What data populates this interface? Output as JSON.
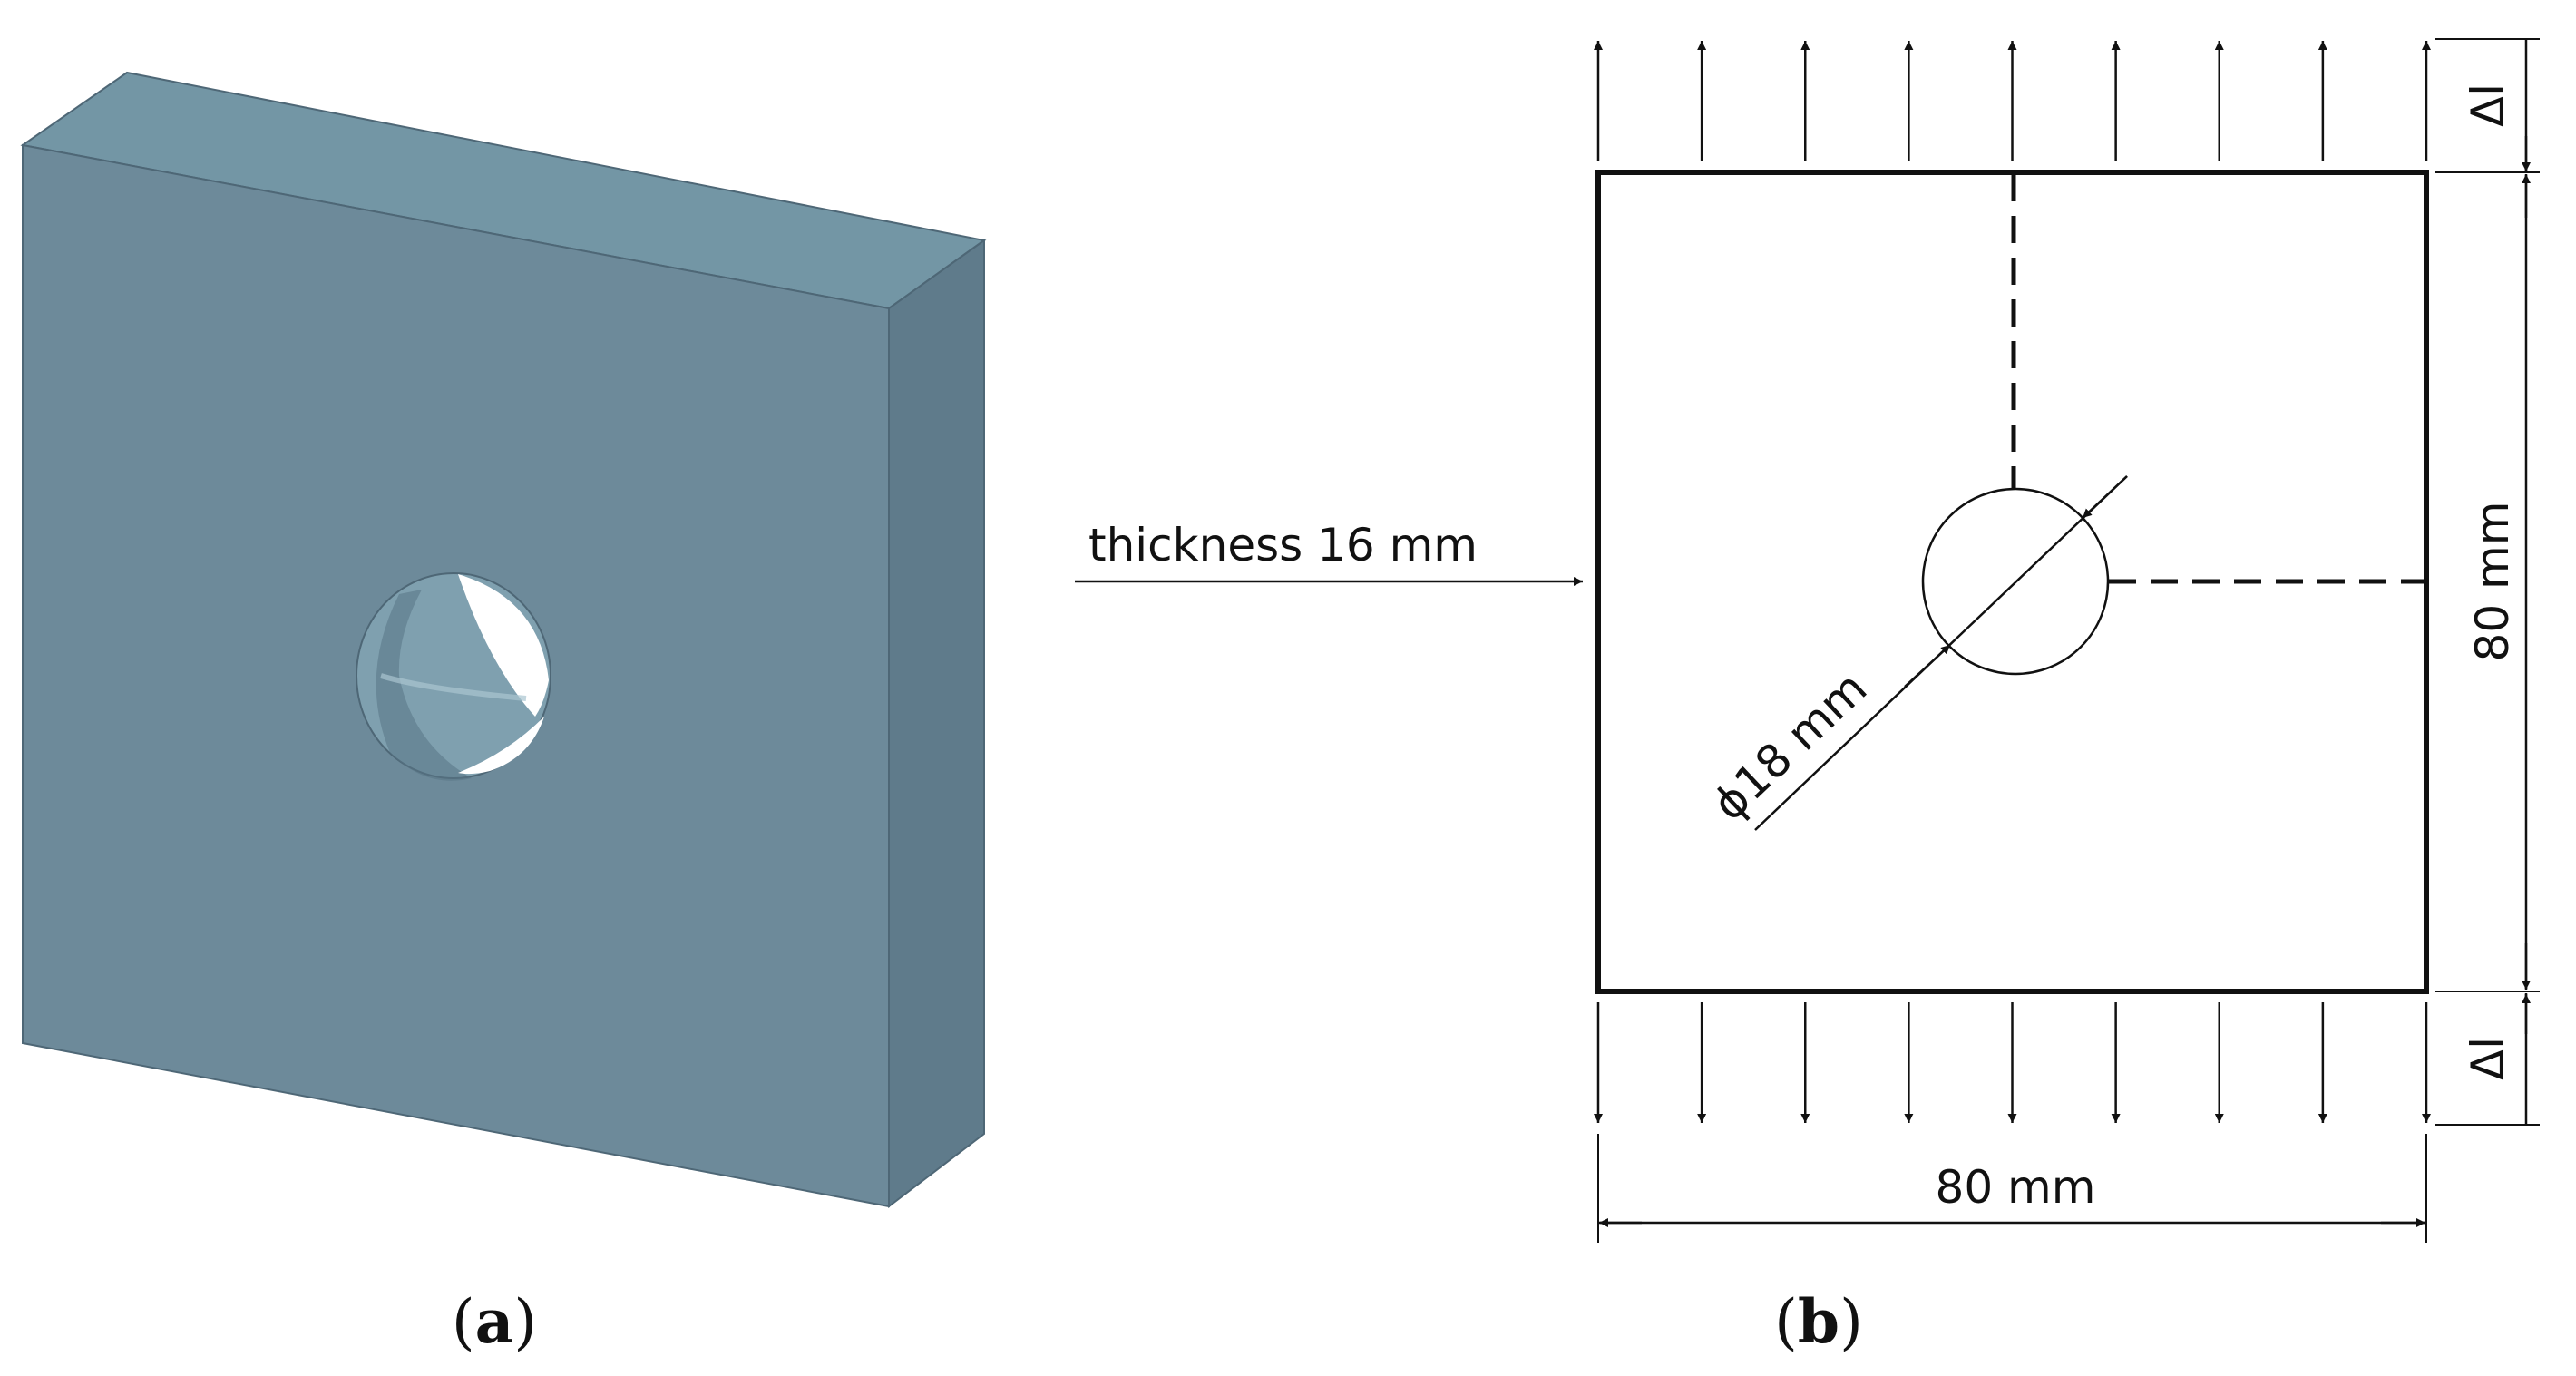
{
  "panel_a": {
    "label_open": "(",
    "label_letter": "a",
    "label_close": ")",
    "colors": {
      "front_face": "#6d8a9a",
      "top_face": "#7396a5",
      "side_face": "#5f7b8b",
      "bore_light": "#8fb0bf",
      "bore_dark": "#587585",
      "edge": "#4e6776"
    }
  },
  "panel_b": {
    "label_open": "(",
    "label_letter": "b",
    "label_close": ")",
    "thickness_label": "thickness 16 mm",
    "hole_diameter_label": "ϕ18 mm",
    "width_label": "80 mm",
    "height_label": "80 mm",
    "elongation_label_top": "Δl",
    "elongation_label_bottom": "Δl",
    "load_arrow_count": 9,
    "colors": {
      "line": "#111111"
    }
  }
}
